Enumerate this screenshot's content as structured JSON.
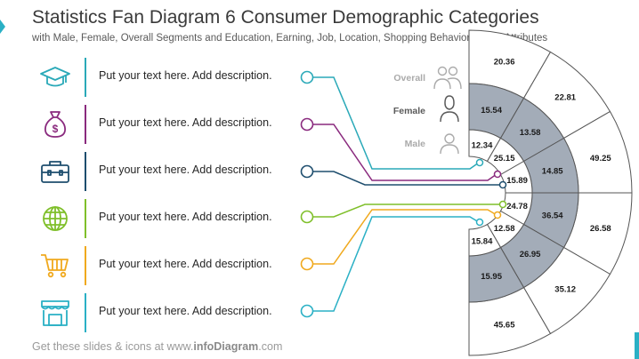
{
  "title": "Statistics Fan Diagram 6 Consumer Demographic Categories",
  "subtitle": "with Male, Female, Overall Segments and Education, Earning, Job, Location, Shopping Behavior, Living Attributes",
  "rows": [
    {
      "icon": "graduation-cap-icon",
      "text": "Put your text here. Add description.",
      "color": "#2aa9b8"
    },
    {
      "icon": "money-bag-icon",
      "text": "Put your text here. Add description.",
      "color": "#8a2a7e"
    },
    {
      "icon": "toolbox-icon",
      "text": "Put your text here. Add description.",
      "color": "#1e4e6e"
    },
    {
      "icon": "globe-icon",
      "text": "Put your text here. Add description.",
      "color": "#7fbf2a"
    },
    {
      "icon": "shopping-cart-icon",
      "text": "Put your text here. Add description.",
      "color": "#f0a91e"
    },
    {
      "icon": "storefront-icon",
      "text": "Put your text here. Add description.",
      "color": "#2ab0c5"
    }
  ],
  "legend": {
    "overall": "Overall",
    "female": "Female",
    "male": "Male",
    "overall_color": "#aaaaaa",
    "female_color": "#5a5a5a",
    "male_color": "#aaaaaa"
  },
  "rings": {
    "overall": [
      "20.36",
      "22.81",
      "49.25",
      "26.58",
      "35.12",
      "45.65"
    ],
    "female": [
      "15.54",
      "13.58",
      "14.85",
      "36.54",
      "26.95",
      "15.95"
    ],
    "male": [
      "12.34",
      "25.15",
      "15.89",
      "24.78",
      "12.58",
      "15.84"
    ]
  },
  "colors": {
    "female_fill": "#a3acb8",
    "ring_stroke": "#555555"
  },
  "footer": {
    "prefix": "Get these slides & icons at www.",
    "brand": "infoDiagram",
    "suffix": ".com"
  }
}
